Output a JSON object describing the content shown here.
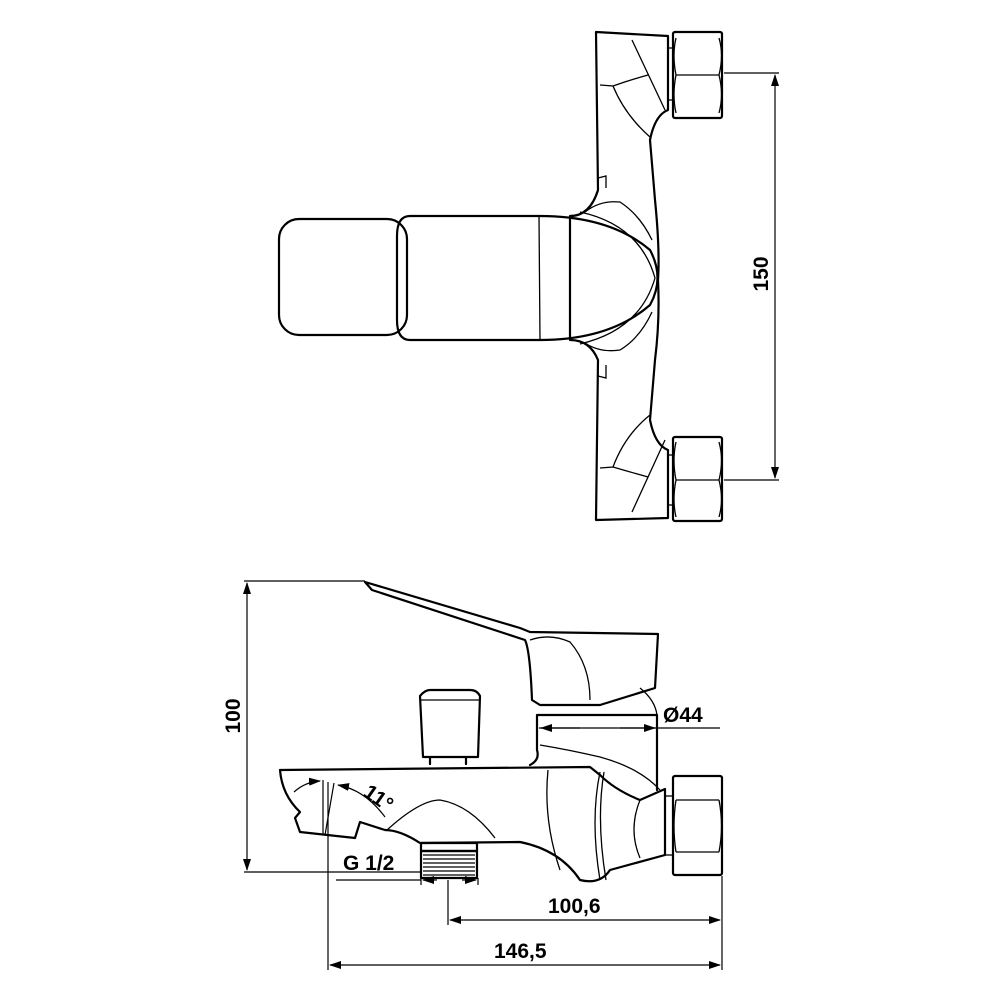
{
  "drawing": {
    "top_view": {
      "dimension_height": "150"
    },
    "side_view": {
      "dimension_total_height": "100",
      "dimension_diameter": "Ø44",
      "dimension_angle": "11°",
      "dimension_thread": "G 1/2",
      "dimension_outlet_depth": "100,6",
      "dimension_total_depth": "146,5"
    },
    "line_color": "#000000",
    "background_color": "#ffffff"
  }
}
